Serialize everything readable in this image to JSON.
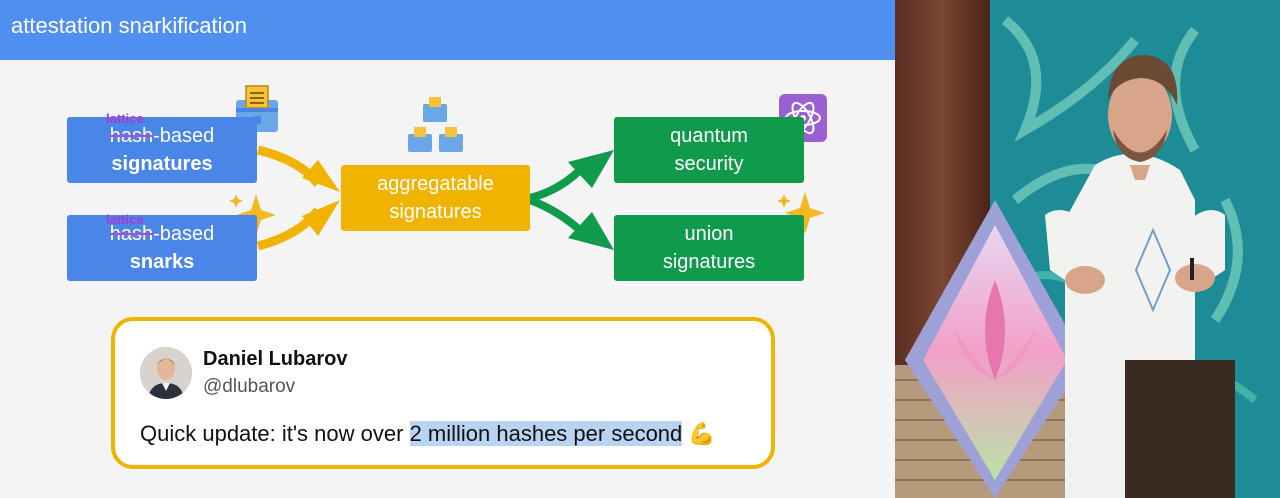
{
  "slide": {
    "title": "attestation snarkification",
    "boxes": {
      "hash_signatures": {
        "struck": "hash",
        "rest": "-based",
        "line2": "signatures",
        "correction": "lattice"
      },
      "hash_snarks": {
        "struck": "hash",
        "rest": "-based",
        "line2": "snarks",
        "correction": "lattice"
      },
      "aggregatable": {
        "line1": "aggregatable",
        "line2": "signatures"
      },
      "quantum": {
        "line1": "quantum",
        "line2": "security"
      },
      "union": {
        "line1": "union",
        "line2": "signatures"
      }
    },
    "icons": [
      "ballot-box-icon",
      "ballot-boxes-icon",
      "atom-icon",
      "sparkle-icon"
    ]
  },
  "tweet": {
    "author_name": "Daniel Lubarov",
    "handle": "@dlubarov",
    "text_before": "Quick update: it's now over ",
    "text_highlight": "2 million hashes per second",
    "emoji": "💪"
  },
  "colors": {
    "header": "#4f8ff0",
    "blue": "#4a86e8",
    "yellow": "#f0b400",
    "green": "#109a4c",
    "correction": "#a83ad2"
  }
}
